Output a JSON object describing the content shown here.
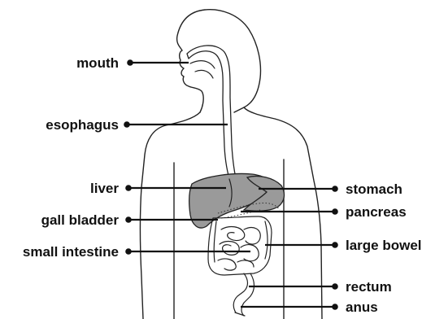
{
  "diagram": {
    "labels_left": [
      {
        "key": "mouth",
        "text": "mouth"
      },
      {
        "key": "esophagus",
        "text": "esophagus"
      },
      {
        "key": "liver",
        "text": "liver"
      },
      {
        "key": "gall_bladder",
        "text": "gall bladder"
      },
      {
        "key": "small_intestine",
        "text": "small intestine"
      }
    ],
    "labels_right": [
      {
        "key": "stomach",
        "text": "stomach"
      },
      {
        "key": "pancreas",
        "text": "pancreas"
      },
      {
        "key": "large_bowel",
        "text": "large bowel"
      },
      {
        "key": "rectum",
        "text": "rectum"
      },
      {
        "key": "anus",
        "text": "anus"
      }
    ]
  }
}
